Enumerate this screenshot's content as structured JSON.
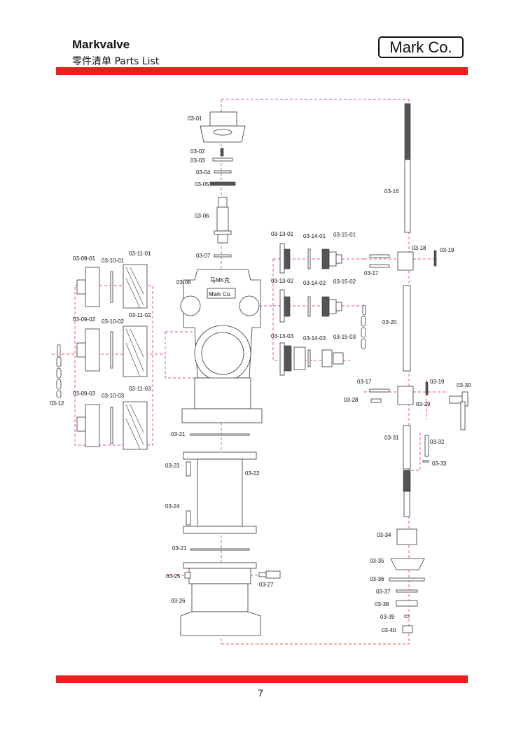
{
  "header": {
    "brand": "Markvalve",
    "subtitle": "零件清单 Parts List",
    "logo_text": "Mark Co."
  },
  "footer": {
    "page_number": "7"
  },
  "colors": {
    "accent_bar": "#ee1c1c",
    "center_lines": "#e02020"
  },
  "labels": {
    "p0301": "03-01",
    "p0302": "03-02",
    "p0303": "03-03",
    "p0304": "03-04",
    "p0305": "03-05",
    "p0306": "03-06",
    "p0307": "03-07",
    "p0308": "03-08",
    "p030901": "03-09-01",
    "p030902": "03-09-02",
    "p030903": "03-09-03",
    "p031001": "03-10-01",
    "p031002": "03-10-02",
    "p031003": "03-10-03",
    "p031101": "03-11-01",
    "p031102": "03-11-02",
    "p031103": "03-11-03",
    "p0312": "03-12",
    "p031301": "03-13-01",
    "p031302": "03-13-02",
    "p031303": "03-13-03",
    "p031401": "03-14-01",
    "p031402": "03-14-02",
    "p031403": "03-14-03",
    "p031501": "03-15-01",
    "p031502": "03-15-02",
    "p031503": "03-15-03",
    "p0316": "03-16",
    "p0317a": "03-17",
    "p0317b": "03-17",
    "p0318": "03-18",
    "p0319a": "03-19",
    "p0319b": "03-19",
    "p0320": "03-20",
    "p0321a": "03-21",
    "p0321b": "03-21",
    "p0322": "03-22",
    "p0323": "03-23",
    "p0324": "03-24",
    "p0325": "03-25",
    "p0326": "03-26",
    "p0327": "03-27",
    "p0328": "03-28",
    "p0329": "03-29",
    "p0330": "03-30",
    "p0331": "03-31",
    "p0332": "03-32",
    "p0333": "03-33",
    "p0334": "03-34",
    "p0335": "03-35",
    "p0336": "03-36",
    "p0337": "03-37",
    "p0338": "03-38",
    "p0339": "03-39",
    "p0340": "03-40"
  },
  "body_marks": {
    "cast_text": "马MK克",
    "plate_text": "Mark Co."
  }
}
